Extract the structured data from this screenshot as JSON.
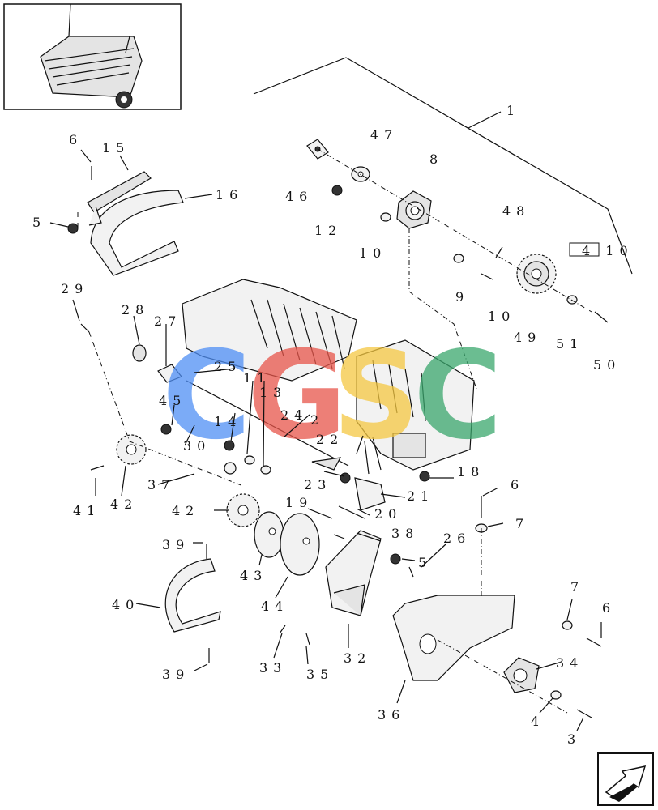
{
  "callouts": [
    "1",
    "47",
    "8",
    "46",
    "12",
    "10",
    "48",
    "4 10",
    "9",
    "10",
    "49",
    "51",
    "50",
    "6",
    "15",
    "16",
    "5",
    "29",
    "28",
    "27",
    "25",
    "45",
    "30",
    "14",
    "11",
    "13",
    "24",
    "2",
    "22",
    "23",
    "18",
    "21",
    "20",
    "19",
    "37",
    "41",
    "42",
    "42",
    "6",
    "7",
    "39",
    "43",
    "38",
    "5",
    "26",
    "40",
    "44",
    "33",
    "35",
    "32",
    "36",
    "7",
    "6",
    "34",
    "4",
    "3",
    "39"
  ],
  "watermark": {
    "letters": [
      "C",
      "G",
      "S",
      "C"
    ],
    "colors": [
      "#4f8ff5",
      "#e8554a",
      "#f5c842",
      "#3aa76d"
    ]
  },
  "nav_arrow_icon": "next-page-arrow-icon"
}
